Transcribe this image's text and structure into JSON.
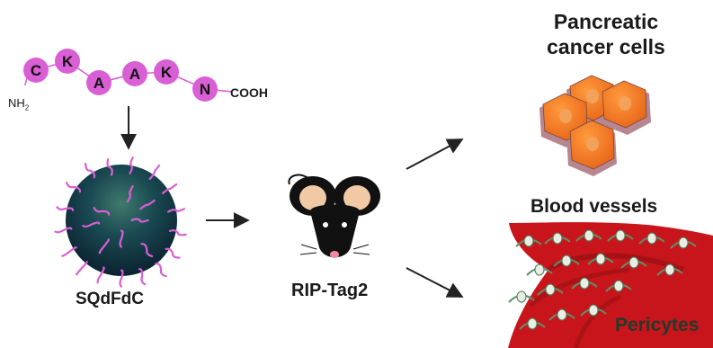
{
  "peptide": {
    "residues": [
      "C",
      "K",
      "A",
      "A",
      "K",
      "N"
    ],
    "n_terminus": "NH",
    "n_terminus_sub": "2",
    "c_terminus": "COOH",
    "color": "#d95fd5"
  },
  "nanoparticle": {
    "label": "SQdFdC"
  },
  "model": {
    "label": "RIP-Tag2"
  },
  "targets": {
    "cancer_title_line1": "Pancreatic",
    "cancer_title_line2": "cancer cells",
    "vessels_label": "Blood vessels",
    "pericytes_label": "Pericytes"
  },
  "colors": {
    "cell_orange": "#f47c20",
    "cell_shadow": "#b07a86",
    "vessel_red": "#c8151b",
    "sphere_dark": "#0e2d3a",
    "mouse_body": "#111111",
    "mouse_ear": "#f1c9a5"
  }
}
